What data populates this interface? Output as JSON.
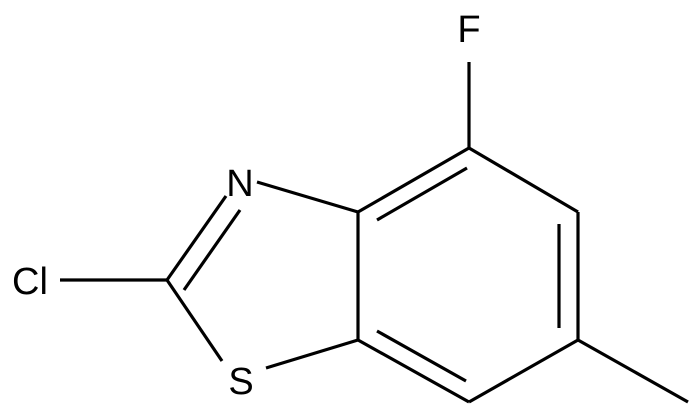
{
  "atoms": {
    "fluorine": "F",
    "nitrogen": "N",
    "chlorine": "Cl",
    "sulfur": "S"
  },
  "colors": {
    "bond": "#000000",
    "background": "#ffffff"
  }
}
